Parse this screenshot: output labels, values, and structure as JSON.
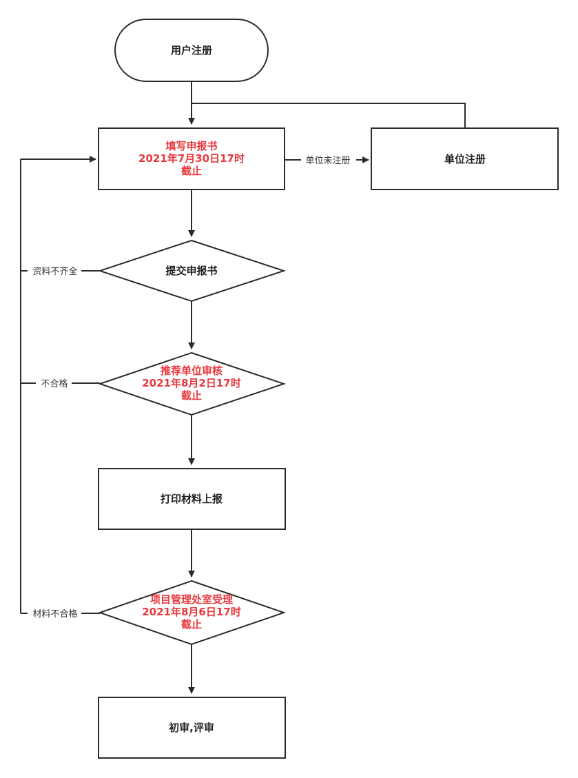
{
  "colors": {
    "node_text": "#222222",
    "deadline_text": "#e8383d",
    "line": "#2b2b2b"
  },
  "nodes": {
    "user_register": {
      "lines": [
        "用户注册"
      ]
    },
    "fill_form": {
      "lines": [
        "填写申报书",
        "2021年7月30日17时",
        "截止"
      ]
    },
    "unit_register": {
      "lines": [
        "单位注册"
      ]
    },
    "submit_form": {
      "lines": [
        "提交申报书"
      ]
    },
    "unit_review": {
      "lines": [
        "推荐单位审核",
        "2021年8月2日17时",
        "截止"
      ]
    },
    "print_materials": {
      "lines": [
        "打印材料上报"
      ]
    },
    "project_office": {
      "lines": [
        "项目管理处室受理",
        "2021年8月6日17时",
        "截止"
      ]
    },
    "initial_review": {
      "lines": [
        "初审,评审"
      ]
    }
  },
  "edge_labels": {
    "unit_not_registered": "单位未注册",
    "materials_incomplete": "资料不齐全",
    "unqualified": "不合格",
    "materials_unqualified": "材料不合格"
  }
}
